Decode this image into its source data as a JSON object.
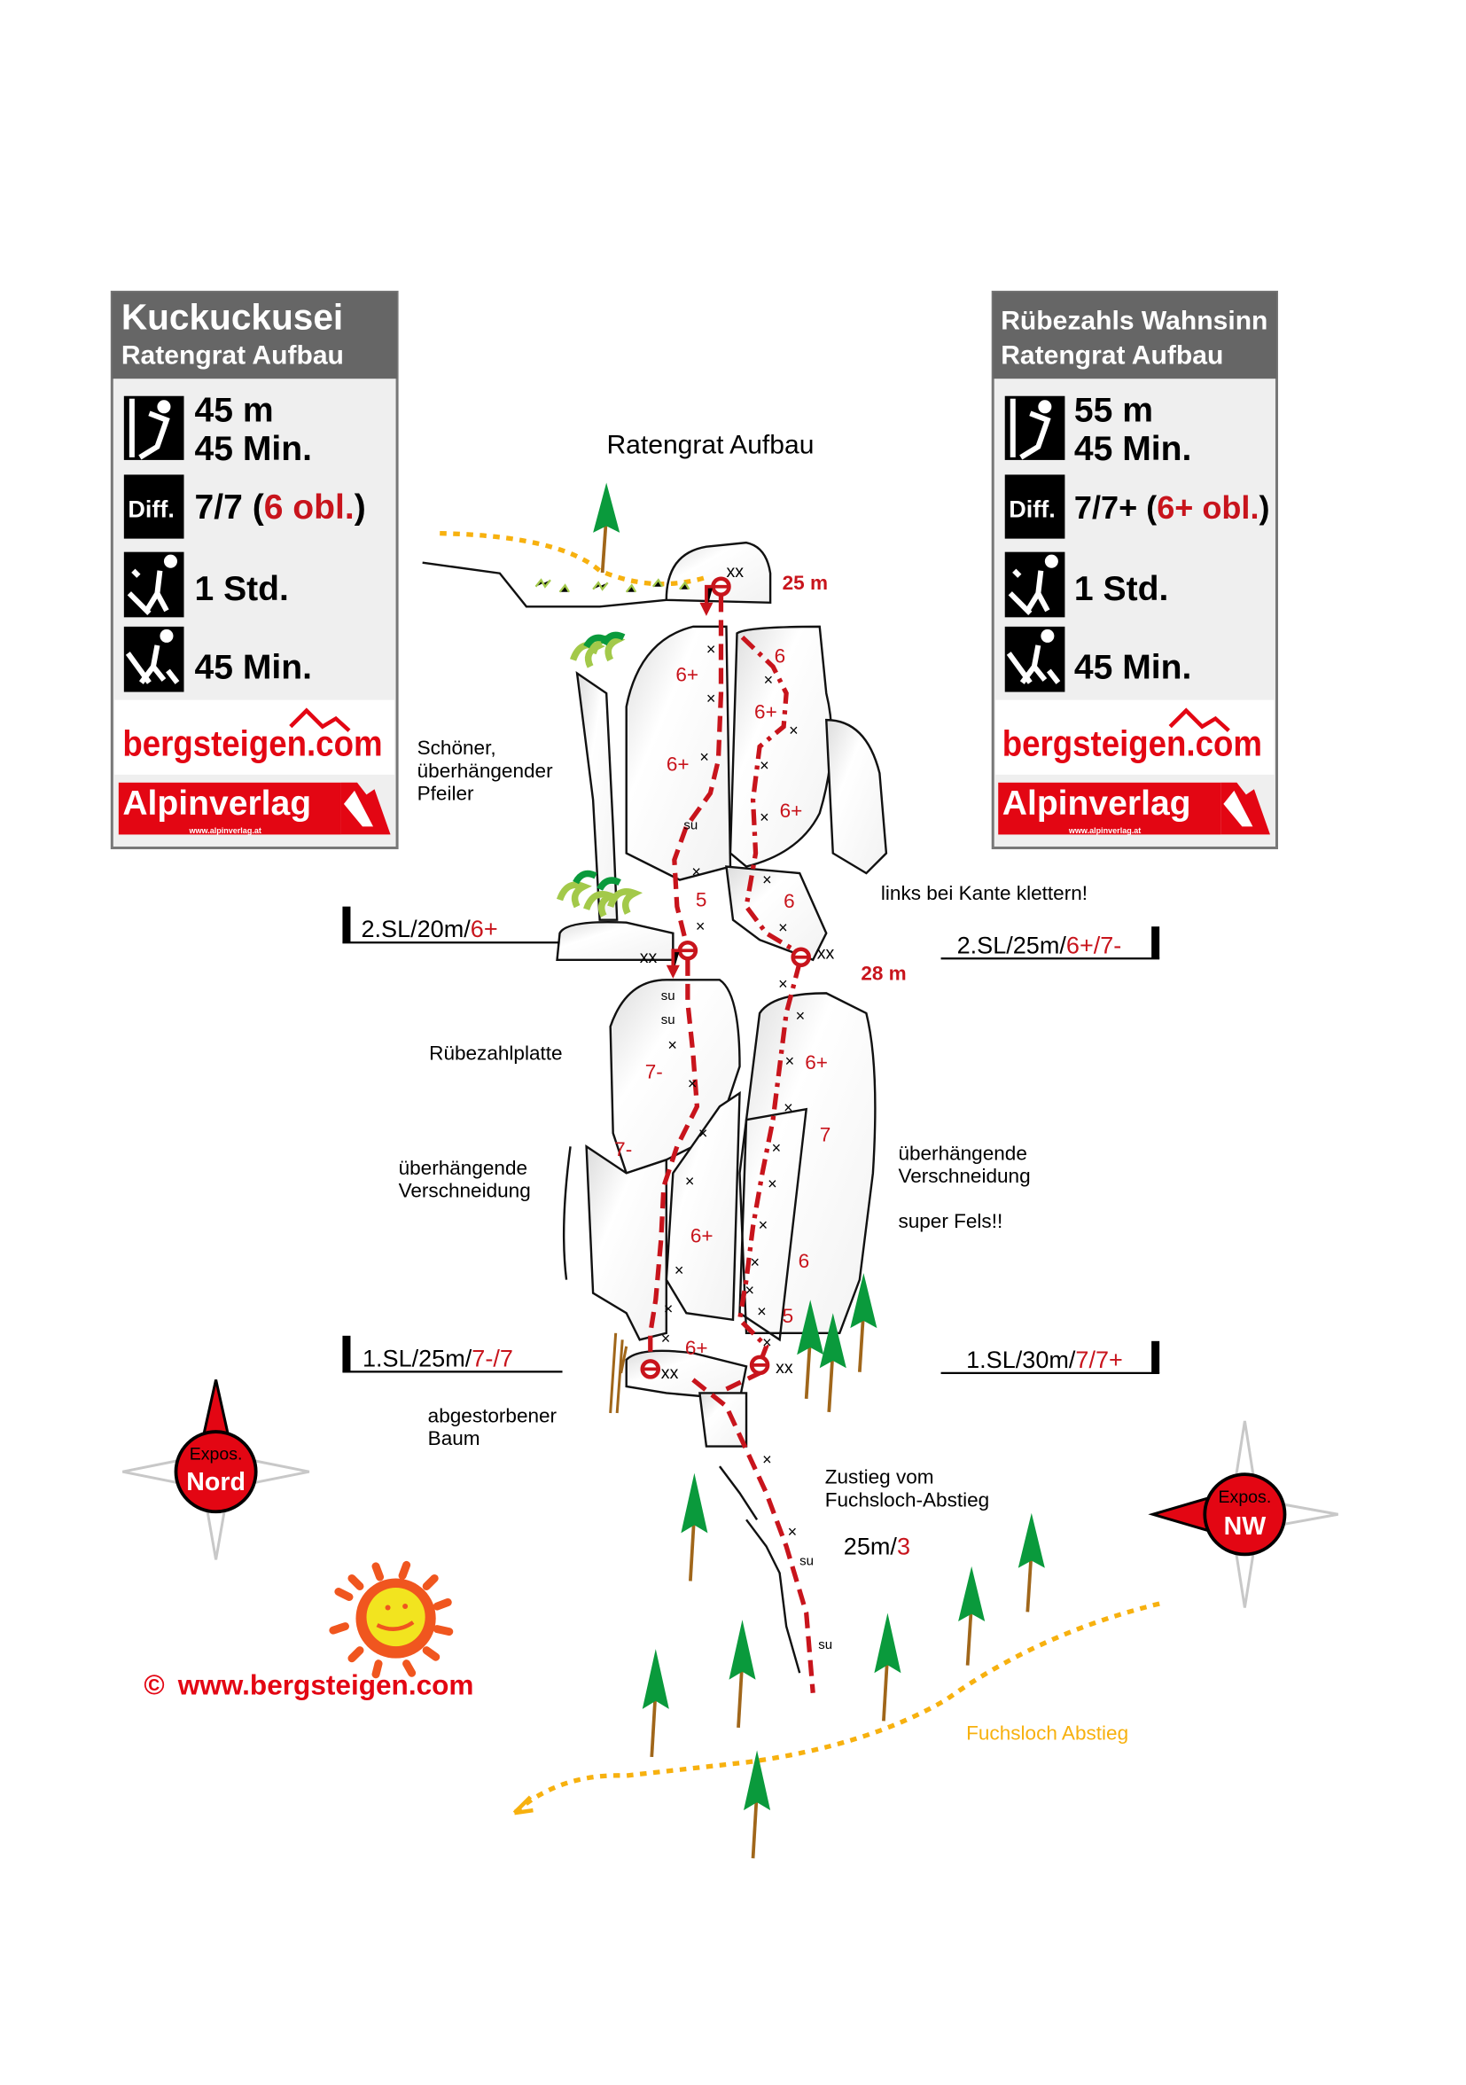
{
  "title": "Ratengrat Aufbau",
  "colors": {
    "route_red": "#c8141c",
    "panel_header": "#666666",
    "panel_body": "#efefef",
    "path_orange": "#f7b10f",
    "tree_green": "#0a9a3c",
    "compass_red": "#e30613"
  },
  "left_panel": {
    "route_name": "Kuckuckusei",
    "area": "Ratengrat Aufbau",
    "length": "45 m",
    "climb_time": "45 Min.",
    "diff_label": "Diff.",
    "difficulty": "7/7",
    "difficulty_open": " (",
    "difficulty_obl": "6 obl.",
    "difficulty_close": ")",
    "approach_time": "1 Std.",
    "descent_time": "45 Min.",
    "logo_bergsteigen": "bergsteigen.com",
    "logo_alpinverlag": "Alpinverlag",
    "logo_alpinverlag_url": "www.alpinverlag.at"
  },
  "right_panel": {
    "route_name": "Rübezahls Wahnsinn",
    "area": "Ratengrat Aufbau",
    "length": "55 m",
    "climb_time": "45 Min.",
    "diff_label": "Diff.",
    "difficulty": "7/7+",
    "difficulty_open": " (",
    "difficulty_obl": "6+ obl.",
    "difficulty_close": ")",
    "approach_time": "1 Std.",
    "descent_time": "45 Min.",
    "logo_bergsteigen": "bergsteigen.com",
    "logo_alpinverlag": "Alpinverlag",
    "logo_alpinverlag_url": "www.alpinverlag.at"
  },
  "pitches": {
    "left_2": {
      "prefix": "2.SL/20m/",
      "grade": "6+"
    },
    "right_2": {
      "prefix": "2.SL/25m/",
      "grade": "6+/7-"
    },
    "left_1": {
      "prefix": "1.SL/25m/",
      "grade": "7-/7"
    },
    "right_1": {
      "prefix": "1.SL/30m/",
      "grade": "7/7+"
    }
  },
  "annotations": {
    "pillar": [
      "Schöner,",
      "überhängender",
      "Pfeiler"
    ],
    "edge": "links bei Kante klettern!",
    "slab": "Rübezahlplatte",
    "dihedral_left": [
      "überhängende",
      "Verschneidung"
    ],
    "dihedral_right": [
      "überhängende",
      "Verschneidung"
    ],
    "rock_quality": "super Fels!!",
    "dead_tree": [
      "abgestorbener",
      "Baum"
    ],
    "approach": [
      "Zustieg vom",
      "Fuchsloch-Abstieg"
    ],
    "approach_len": "25m/",
    "approach_grade": "3",
    "descent_path": "Fuchsloch Abstieg",
    "rappel_top": "25 m",
    "rappel_mid": "28 m"
  },
  "grades": {
    "l_top1": "6+",
    "l_top2": "6+",
    "l_mid": "5",
    "r_top1": "6",
    "r_top2": "6+",
    "r_top3": "6+",
    "r_mid": "6",
    "l_low1": "7-",
    "l_low2": "7-",
    "l_low3": "6+",
    "l_low4": "6+",
    "r_low1": "6+",
    "r_low2": "7",
    "r_low3": "6",
    "r_low4": "5"
  },
  "markers": {
    "anchor": "xx",
    "bolt": "×",
    "sand_hook": "su"
  },
  "compass_left": {
    "label": "Expos.",
    "direction": "Nord"
  },
  "compass_right": {
    "label": "Expos.",
    "direction": "NW"
  },
  "copyright": {
    "symbol": "©",
    "url": "www.bergsteigen.com"
  }
}
